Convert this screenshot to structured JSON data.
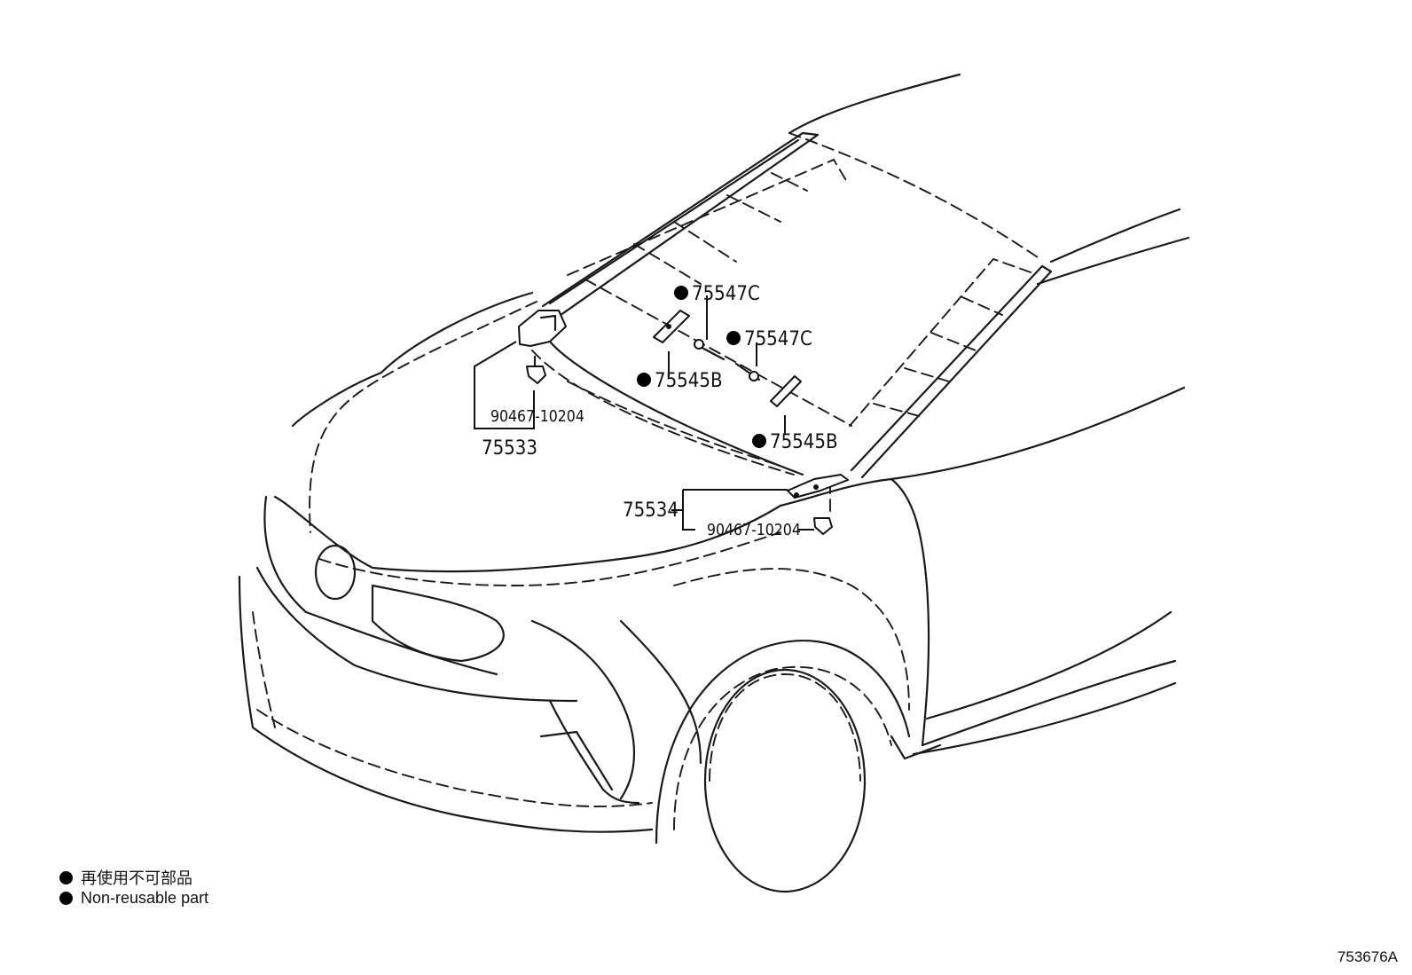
{
  "callouts": {
    "clip_75547c_a": "75547C",
    "clip_75547c_b": "75547C",
    "clip_75545b_a": "75545B",
    "clip_75545b_b": "75545B",
    "clip_90467_left": "90467-10204",
    "moulding_75533": "75533",
    "moulding_75534": "75534",
    "clip_90467_right": "90467-10204"
  },
  "legend": {
    "japanese": "再使用不可部品",
    "english": "Non-reusable part"
  },
  "figure_id": "753676A"
}
